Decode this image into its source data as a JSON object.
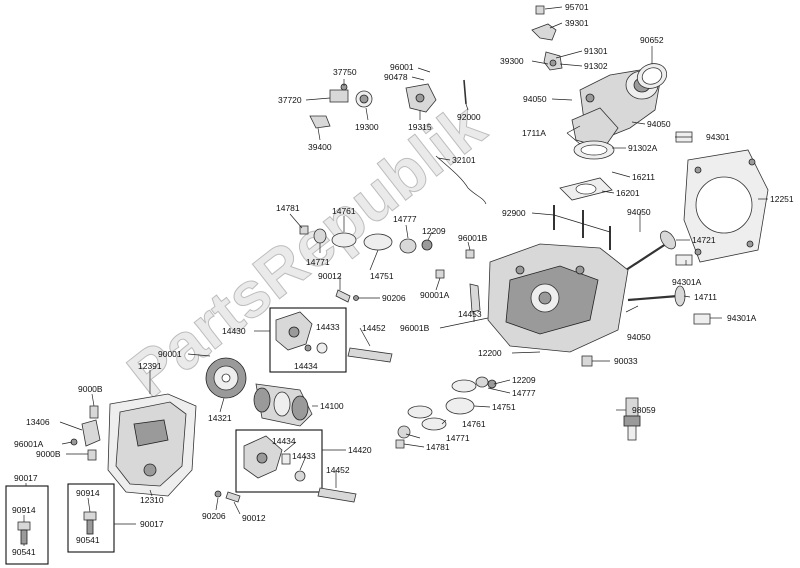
{
  "watermark": "PartsRepublik",
  "labels": {
    "p95701": "95701",
    "p39301": "39301",
    "p91301": "91301",
    "p39300": "39300",
    "p91302": "91302",
    "p90652": "90652",
    "p96001_a": "96001",
    "p37750": "37750",
    "p90478": "90478",
    "p37720": "37720",
    "p19300": "19300",
    "p19315": "19315",
    "p92000": "92000",
    "p39400": "39400",
    "p94050_a": "94050",
    "p94050_b": "94050",
    "p94301": "94301",
    "p1711A": "1711A",
    "p91302A": "91302A",
    "p32101": "32101",
    "p16211": "16211",
    "p16201": "16201",
    "p12251": "12251",
    "p14781_a": "14781",
    "p14761_a": "14761",
    "p14777_a": "14777",
    "p12209_a": "12209",
    "p92900": "92900",
    "p94050_c": "94050",
    "p14721": "14721",
    "p14771_a": "14771",
    "p14751_a": "14751",
    "p96001B_a": "96001B",
    "p90012_a": "90012",
    "p90206_a": "90206",
    "p90001A": "90001A",
    "p94301A_a": "94301A",
    "p14711": "14711",
    "p14430": "14430",
    "p14433_a": "14433",
    "p14452_a": "14452",
    "p14453": "14453",
    "p96001B_b": "96001B",
    "p94050_d": "94050",
    "p94301A_b": "94301A",
    "p14434_a": "14434",
    "p12200": "12200",
    "p90001": "90001",
    "p90033": "90033",
    "p12391": "12391",
    "p9000B_a": "9000B",
    "p14321": "14321",
    "p14100": "14100",
    "p12209_b": "12209",
    "p14777_b": "14777",
    "p14751_b": "14751",
    "p13406": "13406",
    "p98059": "98059",
    "p14761_b": "14761",
    "p96001A": "96001A",
    "p14771_b": "14771",
    "p9000B_b": "9000B",
    "p14781_b": "14781",
    "p14434_b": "14434",
    "p14420": "14420",
    "p14433_b": "14433",
    "p90017_a": "90017",
    "p90914_a": "90914",
    "p90914_b": "90914",
    "p12310": "12310",
    "p14452_b": "14452",
    "p90541_a": "90541",
    "p90541_b": "90541",
    "p90206_b": "90206",
    "p90012_b": "90012",
    "p90017_b": "90017"
  }
}
